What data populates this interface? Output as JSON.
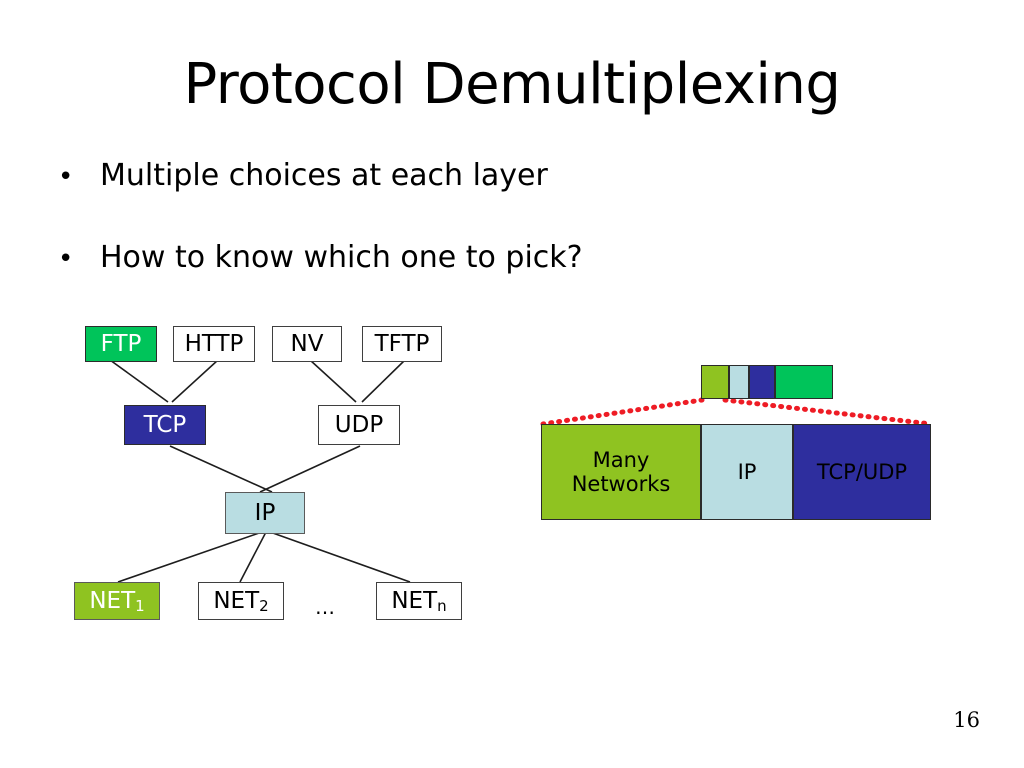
{
  "slide": {
    "title": "Protocol Demultiplexing",
    "page_number": "16",
    "bullet_marker": "•",
    "bullets": [
      {
        "text": "Multiple choices at each layer"
      },
      {
        "text": "How to know which one to pick?"
      }
    ]
  },
  "colors": {
    "bright_green": "#00c45a",
    "navy_blue": "#2e2e9e",
    "light_blue": "#b9dde2",
    "olive_green": "#8fc321",
    "white": "#ffffff",
    "black": "#000000",
    "dotted_red": "#ee1c25",
    "line_gray": "#3f3f3f"
  },
  "protocol_tree": {
    "applications": [
      {
        "label": "FTP",
        "fill": "bright_green",
        "text_color": "white",
        "highlighted": true
      },
      {
        "label": "HTTP",
        "fill": "white",
        "text_color": "black",
        "highlighted": false
      },
      {
        "label": "NV",
        "fill": "white",
        "text_color": "black",
        "highlighted": false
      },
      {
        "label": "TFTP",
        "fill": "white",
        "text_color": "black",
        "highlighted": false
      }
    ],
    "transport": [
      {
        "label": "TCP",
        "fill": "navy_blue",
        "text_color": "white",
        "highlighted": true
      },
      {
        "label": "UDP",
        "fill": "white",
        "text_color": "black",
        "highlighted": false
      }
    ],
    "network": [
      {
        "label": "IP",
        "fill": "light_blue",
        "text_color": "black",
        "highlighted": true
      }
    ],
    "links": [
      {
        "label": "NET",
        "subscript": "1",
        "fill": "olive_green",
        "text_color": "white",
        "highlighted": true
      },
      {
        "label": "NET",
        "subscript": "2",
        "fill": "white",
        "text_color": "black",
        "highlighted": false
      },
      {
        "label": "NET",
        "subscript": "n",
        "fill": "white",
        "text_color": "black",
        "highlighted": false
      }
    ],
    "ellipsis": "…"
  },
  "encapsulation": {
    "packet_strip": [
      {
        "name": "net-header",
        "fill": "olive_green"
      },
      {
        "name": "ip-header",
        "fill": "light_blue"
      },
      {
        "name": "transport-header",
        "fill": "navy_blue"
      },
      {
        "name": "payload",
        "fill": "bright_green"
      }
    ],
    "expanded_blocks": [
      {
        "label": "Many\nNetworks",
        "line1": "Many",
        "line2": "Networks",
        "fill": "olive_green",
        "text_color": "black"
      },
      {
        "label": "IP",
        "line1": "IP",
        "line2": "",
        "fill": "light_blue",
        "text_color": "black"
      },
      {
        "label": "TCP/UDP",
        "line1": "TCP/UDP",
        "line2": "",
        "fill": "navy_blue",
        "text_color": "black"
      }
    ]
  }
}
